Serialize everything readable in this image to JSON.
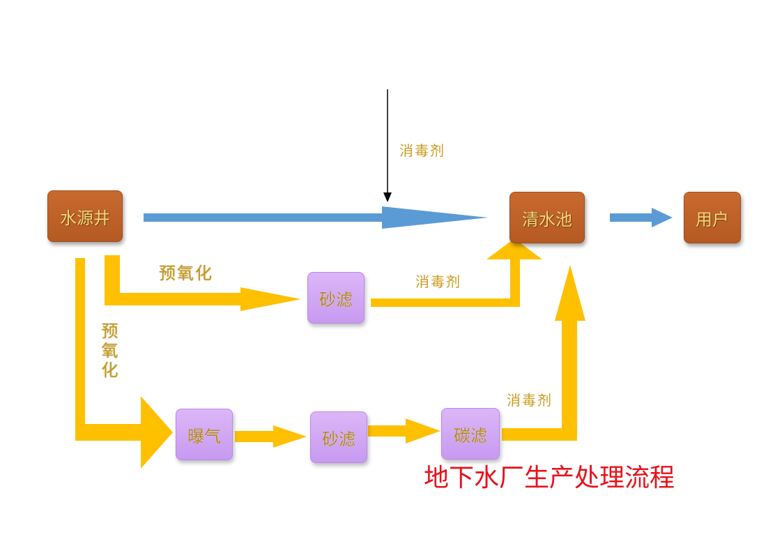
{
  "title": "地下水厂生产处理流程",
  "nodes": {
    "well": "水源井",
    "clear_pool": "清水池",
    "user": "用户",
    "sand_filter_1": "砂滤",
    "aeration": "曝气",
    "sand_filter_2": "砂滤",
    "carbon_filter": "碳滤"
  },
  "labels": {
    "disinfectant_top": "消毒剂",
    "preoxidation_upper": "预氧化",
    "disinfectant_mid": "消毒剂",
    "preoxidation_left": "预氧化",
    "disinfectant_bottom": "消毒剂"
  },
  "colors": {
    "blue_arrow": "#5b9bd5",
    "yellow_arrow": "#ffc000",
    "brown_node": "#c0632a",
    "purple_node": "#d4a8f5",
    "title": "#e8111b"
  }
}
